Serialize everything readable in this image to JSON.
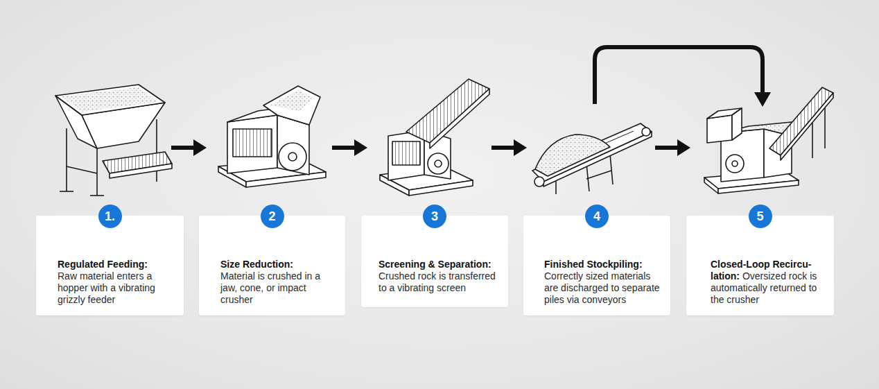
{
  "diagram": {
    "nodes": [
      {
        "text": [
          "Regulated Feeding:",
          "Raw material enters a hopper with a vibrating grizzly feeder"
        ]
      },
      {
        "text": [
          "1."
        ],
        "in": 0
      },
      {
        "text": [
          "Size Reduction:",
          "Material is crushed in a jaw, cone, or impact crusher"
        ]
      },
      {
        "text": [
          "2"
        ],
        "in": 2
      },
      {
        "text": [
          "Screening & Separation:",
          "Crushed rock is transferred to a vibrating screen"
        ]
      },
      {
        "text": [
          "3"
        ],
        "in": 4
      },
      {
        "text": [
          "Finished Stockpiling:",
          "Correctly sized materials are discharged to separate piles via conveyors"
        ]
      },
      {
        "text": [
          "4"
        ],
        "in": 6
      },
      {
        "text": [
          "Closed-Loop Recircu-lation:",
          "Oversized rock is automatically returned to the crusher"
        ]
      },
      {
        "text": [
          "5"
        ],
        "in": 8
      }
    ]
  }
}
